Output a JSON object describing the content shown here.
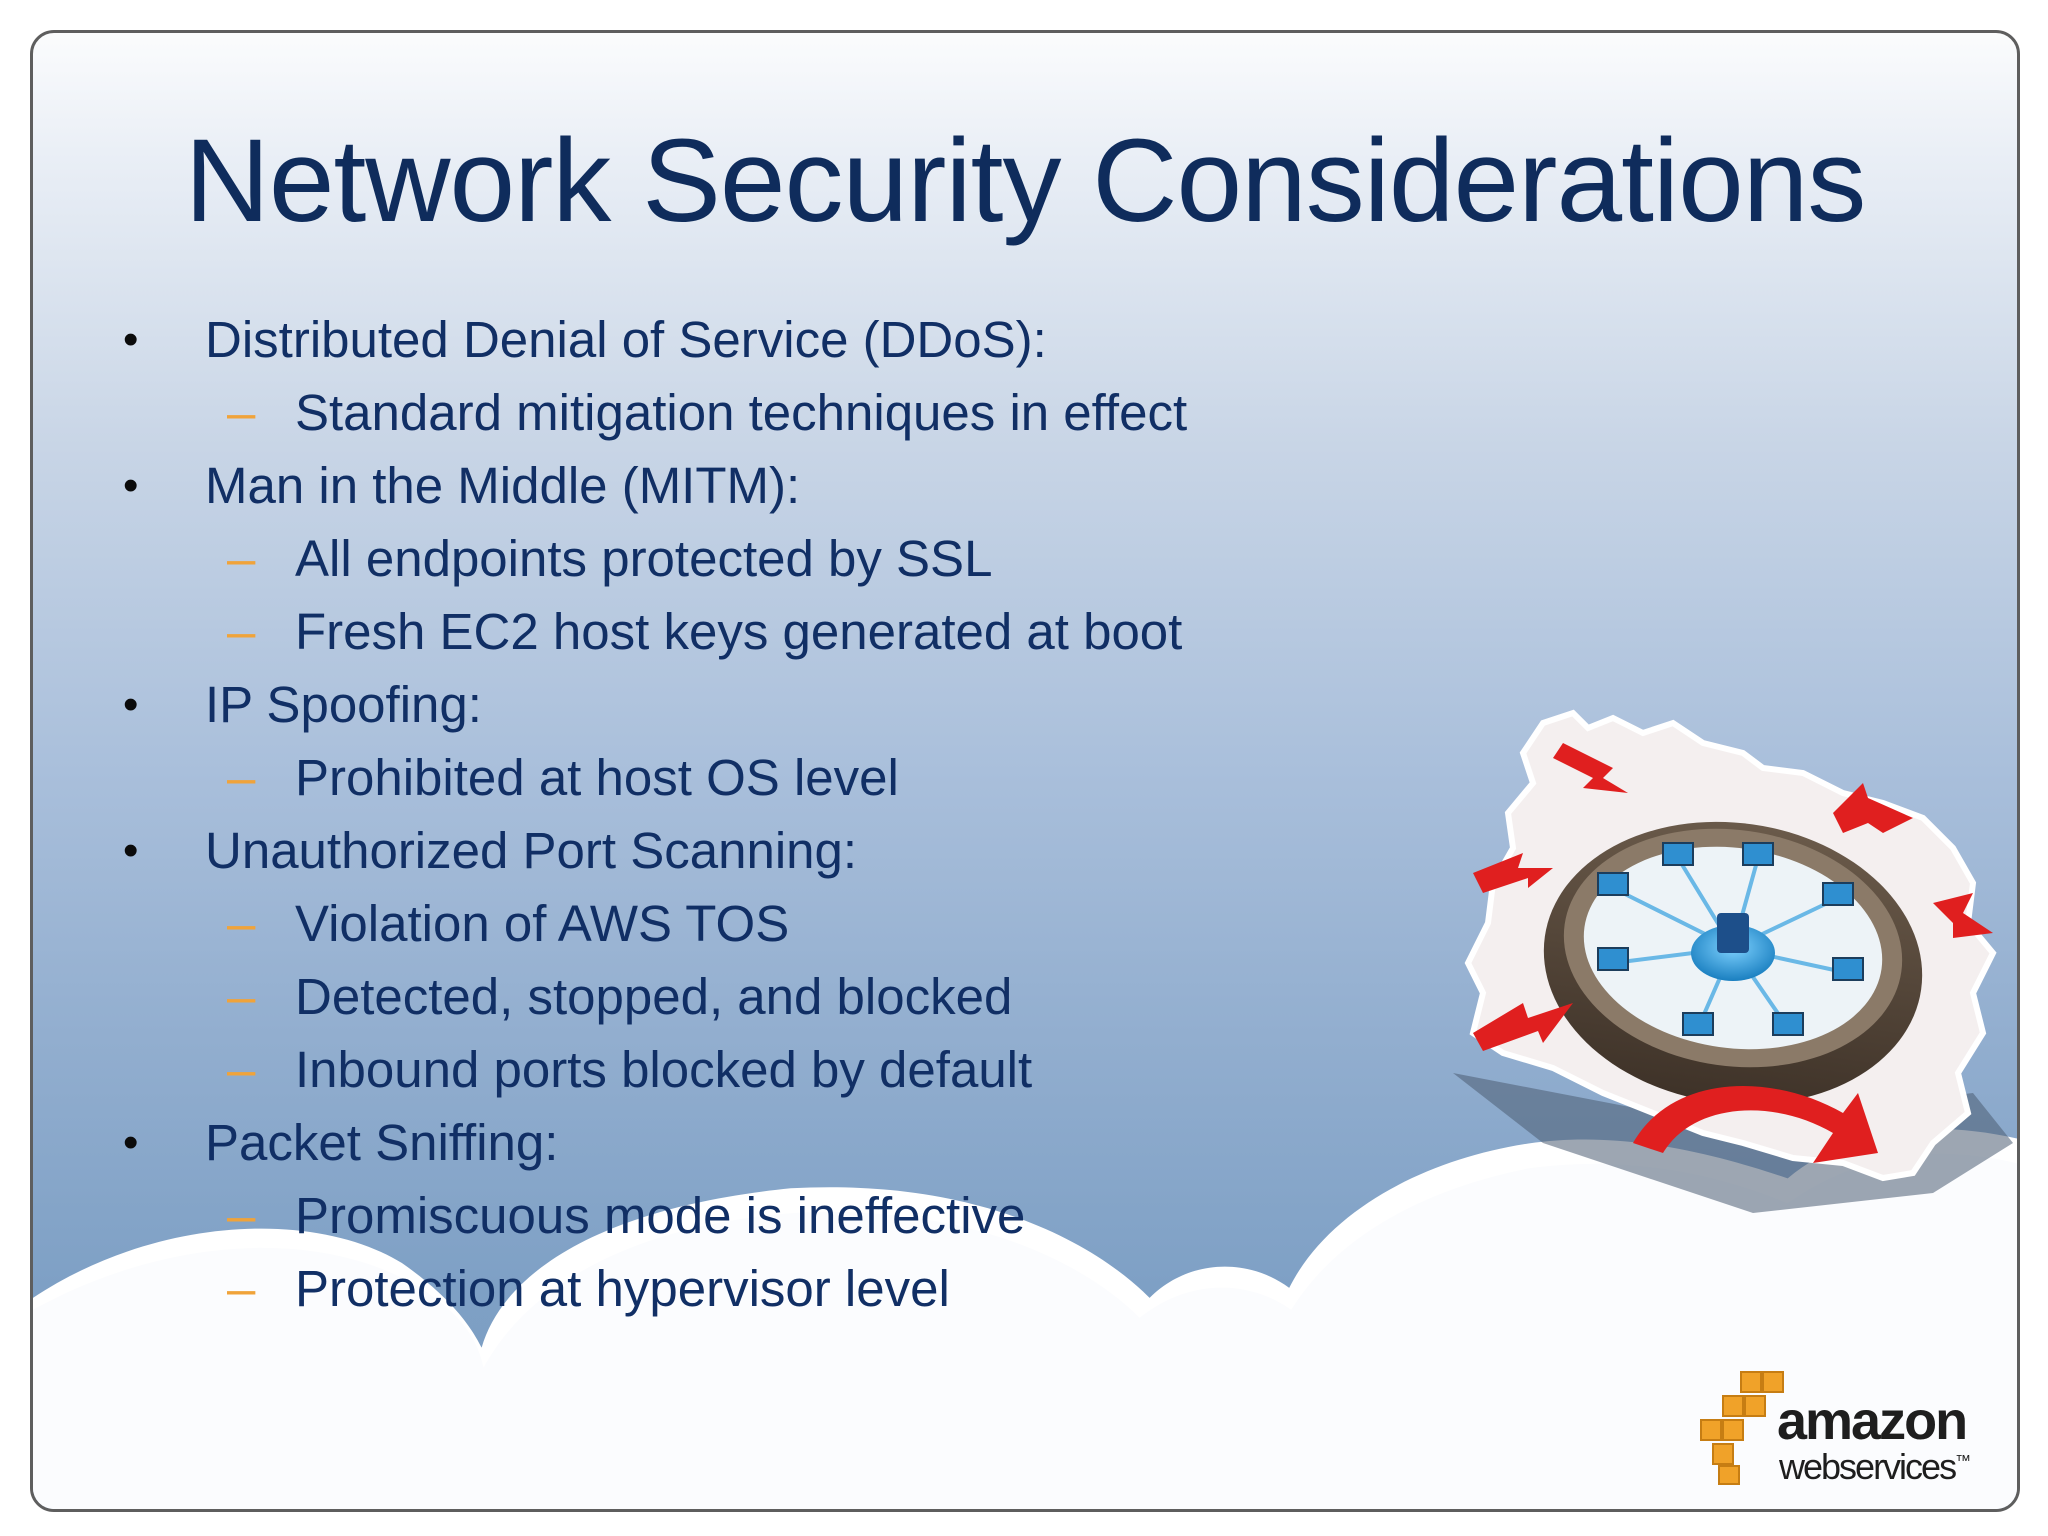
{
  "slide": {
    "title": "Network Security Considerations",
    "bullets": [
      {
        "label": "Distributed Denial of Service (DDoS):",
        "subitems": [
          "Standard mitigation techniques in effect"
        ]
      },
      {
        "label": "Man in the Middle (MITM):",
        "subitems": [
          "All endpoints protected by SSL",
          "Fresh EC2 host keys generated at boot"
        ]
      },
      {
        "label": "IP Spoofing:",
        "subitems": [
          "Prohibited at host OS level"
        ]
      },
      {
        "label": "Unauthorized Port Scanning:",
        "subitems": [
          "Violation of AWS TOS",
          "Detected, stopped, and blocked",
          "Inbound ports blocked by default"
        ]
      },
      {
        "label": "Packet Sniffing:",
        "subitems": [
          "Promiscuous mode is ineffective",
          "Protection at hypervisor level"
        ]
      }
    ],
    "bullet_marker": "•",
    "sub_marker": "–"
  },
  "logo": {
    "word": "amazon",
    "sub": "webservices",
    "tm": "™"
  },
  "colors": {
    "title": "#0f2c5c",
    "text": "#112f65",
    "dash": "#f0a33a",
    "logo_orange": "#f0a229",
    "arrow_red": "#e01f1f"
  },
  "icons": [
    "firewall-network-illustration",
    "aws-cubes-logo"
  ]
}
